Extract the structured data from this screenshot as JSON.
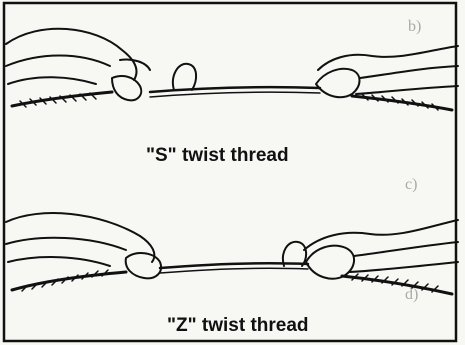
{
  "figure": {
    "captions": {
      "s_twist": "\"S\" twist thread",
      "z_twist": "\"Z\" twist thread"
    },
    "show_through_text": [
      "b)",
      "c)",
      "d)"
    ]
  }
}
